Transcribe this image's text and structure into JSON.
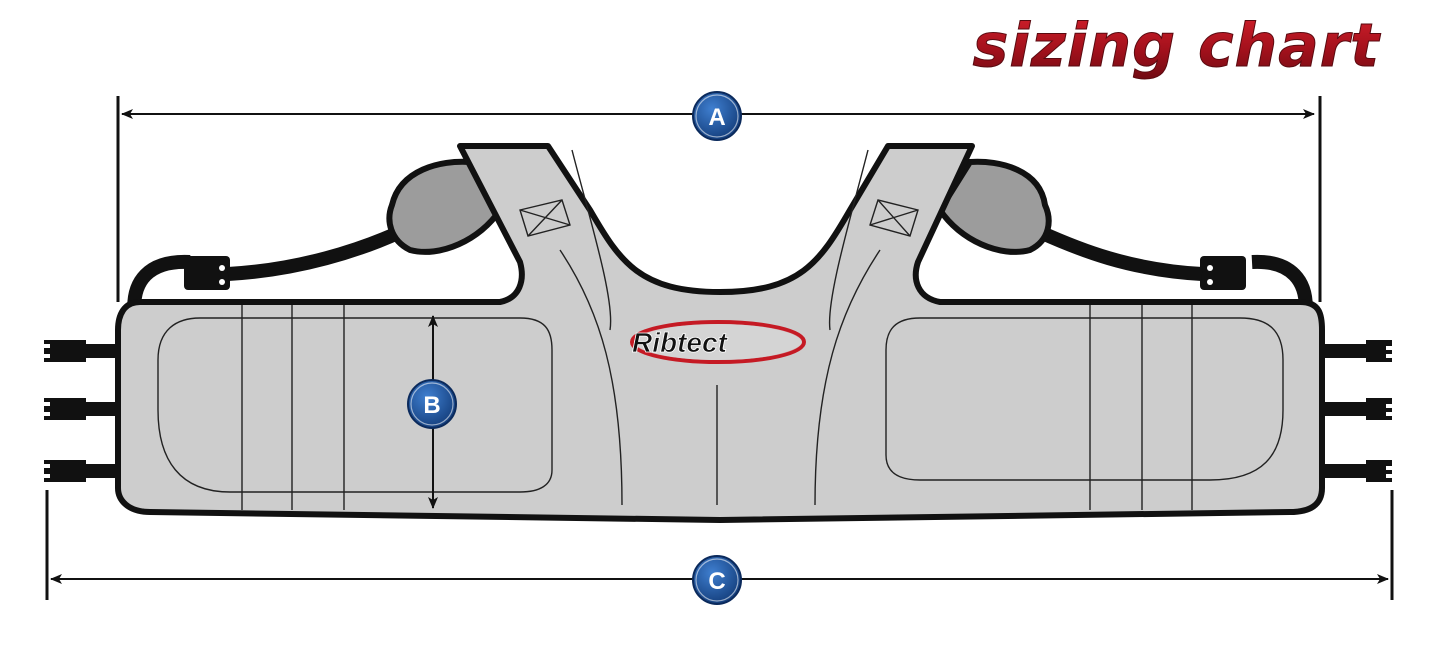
{
  "title": "sizing chart",
  "logo": "Ribtect",
  "dimensions": {
    "a": "A",
    "b": "B",
    "c": "C"
  },
  "colors": {
    "title_red": "#a3111c",
    "badge_blue": "#1c4f97",
    "vest_gray": "#cdcdcd",
    "pad_gray": "#9c9c9c",
    "outline": "#111111"
  }
}
